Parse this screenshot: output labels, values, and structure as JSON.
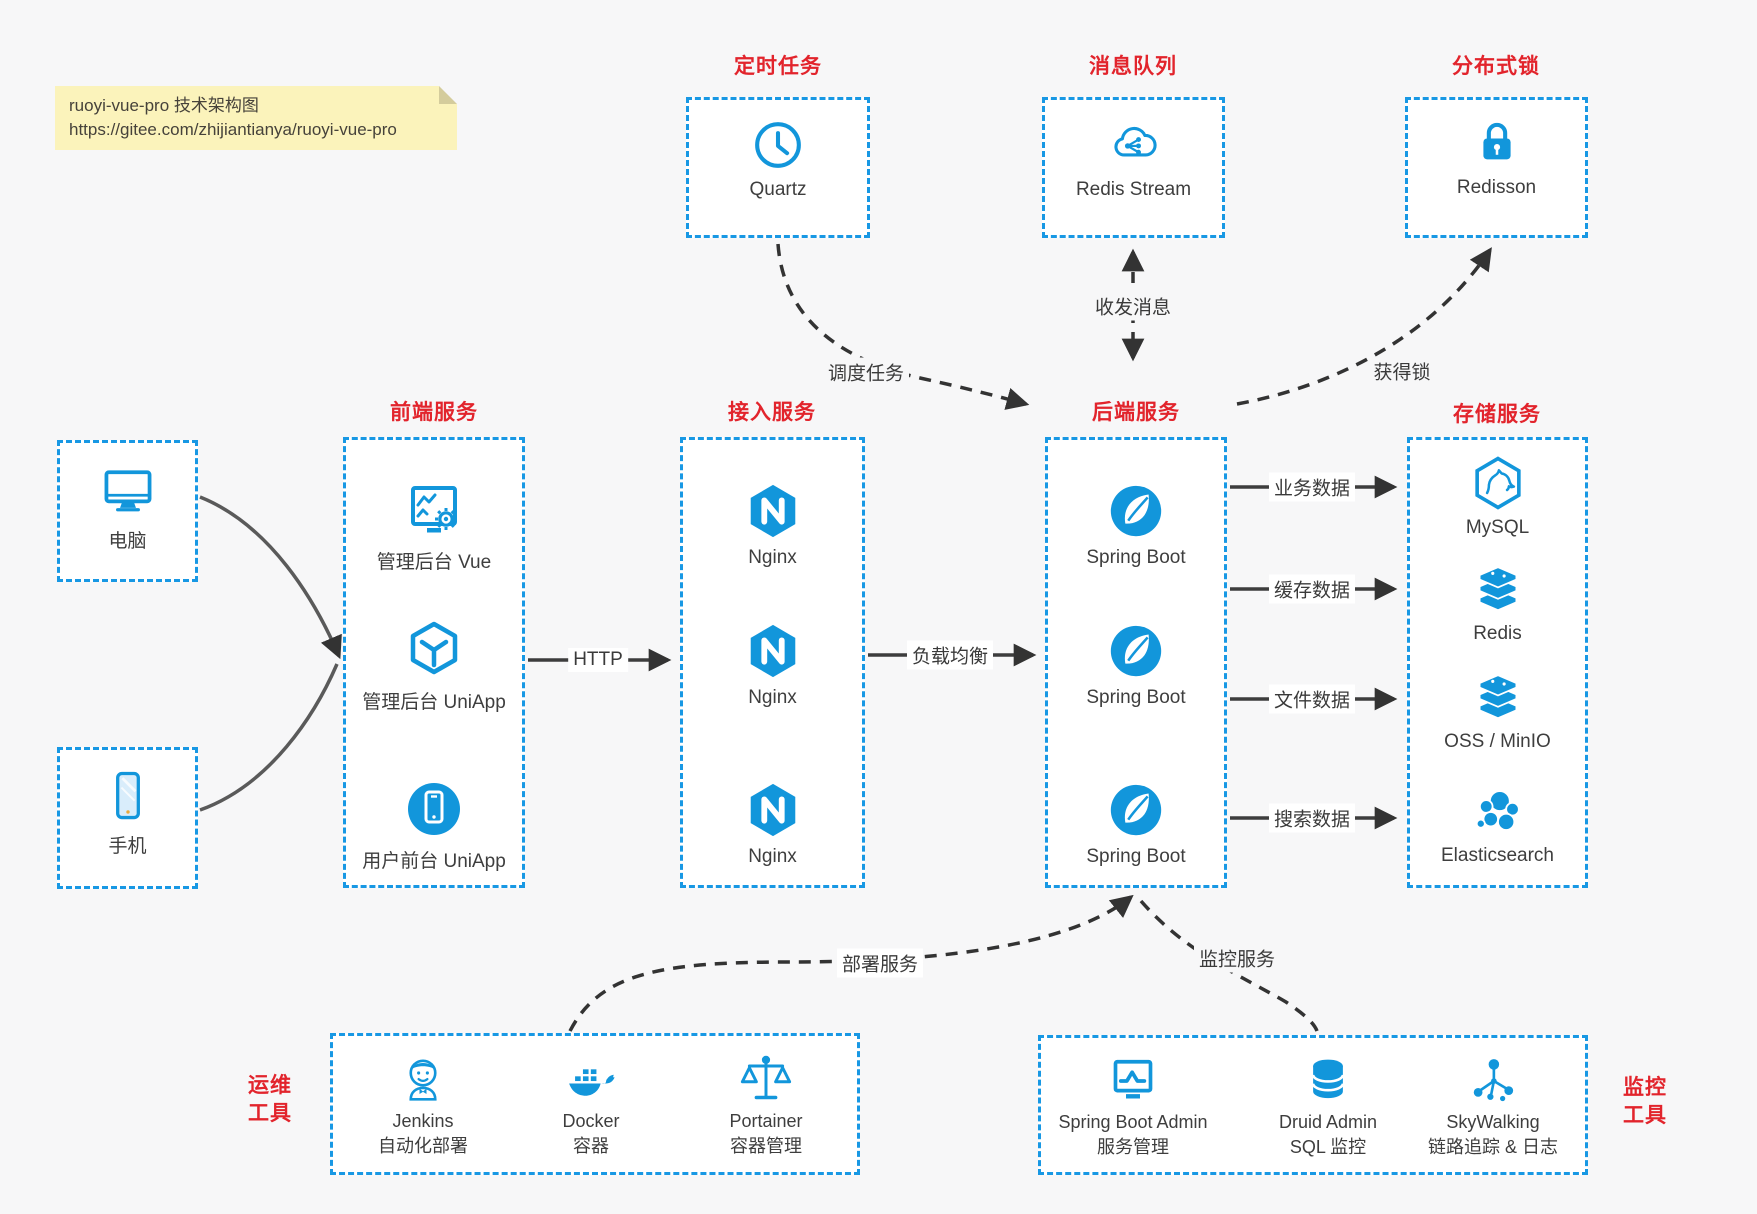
{
  "note": {
    "line1": "ruoyi-vue-pro 技术架构图",
    "line2": "https://gitee.com/zhijiantianya/ruoyi-vue-pro"
  },
  "colors": {
    "blue": "#1296db",
    "red": "#e2242c",
    "canvas": "#f7f7f8",
    "line": "#3d3d3d"
  },
  "top_groups": [
    {
      "title": "定时任务",
      "icon": "clock-icon",
      "label": "Quartz"
    },
    {
      "title": "消息队列",
      "icon": "cloud-mq-icon",
      "label": "Redis Stream"
    },
    {
      "title": "分布式锁",
      "icon": "lock-icon",
      "label": "Redisson"
    }
  ],
  "clients": [
    {
      "icon": "desktop-icon",
      "label": "电脑"
    },
    {
      "icon": "smartphone-icon",
      "label": "手机"
    }
  ],
  "columns": [
    {
      "title": "前端服务",
      "items": [
        {
          "icon": "admin-vue-icon",
          "label": "管理后台 Vue"
        },
        {
          "icon": "uniapp-cube-icon",
          "label": "管理后台 UniApp"
        },
        {
          "icon": "user-uniapp-icon",
          "label": "用户前台 UniApp"
        }
      ]
    },
    {
      "title": "接入服务",
      "items": [
        {
          "icon": "nginx-icon",
          "label": "Nginx"
        },
        {
          "icon": "nginx-icon",
          "label": "Nginx"
        },
        {
          "icon": "nginx-icon",
          "label": "Nginx"
        }
      ]
    },
    {
      "title": "后端服务",
      "items": [
        {
          "icon": "spring-boot-icon",
          "label": "Spring Boot"
        },
        {
          "icon": "spring-boot-icon",
          "label": "Spring Boot"
        },
        {
          "icon": "spring-boot-icon",
          "label": "Spring Boot"
        }
      ]
    },
    {
      "title": "存储服务",
      "items": [
        {
          "icon": "mysql-icon",
          "label": "MySQL"
        },
        {
          "icon": "redis-icon",
          "label": "Redis"
        },
        {
          "icon": "oss-minio-icon",
          "label": "OSS / MinIO"
        },
        {
          "icon": "elasticsearch-icon",
          "label": "Elasticsearch"
        }
      ]
    }
  ],
  "bottom_groups": [
    {
      "side_line1": "运维",
      "side_line2": "工具",
      "items": [
        {
          "icon": "jenkins-icon",
          "name": "Jenkins",
          "desc": "自动化部署"
        },
        {
          "icon": "docker-icon",
          "name": "Docker",
          "desc": "容器"
        },
        {
          "icon": "portainer-icon",
          "name": "Portainer",
          "desc": "容器管理"
        }
      ]
    },
    {
      "side_line1": "监控",
      "side_line2": "工具",
      "items": [
        {
          "icon": "spring-boot-admin-icon",
          "name": "Spring Boot Admin",
          "desc": "服务管理"
        },
        {
          "icon": "druid-icon",
          "name": "Druid Admin",
          "desc": "SQL 监控"
        },
        {
          "icon": "skywalking-icon",
          "name": "SkyWalking",
          "desc": "链路追踪 & 日志"
        }
      ]
    }
  ],
  "edges": {
    "http": "HTTP",
    "load_balance": "负载均衡",
    "biz": "业务数据",
    "cache": "缓存数据",
    "file": "文件数据",
    "search": "搜索数据",
    "schedule": "调度任务",
    "message": "收发消息",
    "lock": "获得锁",
    "deploy": "部署服务",
    "monitor": "监控服务"
  }
}
